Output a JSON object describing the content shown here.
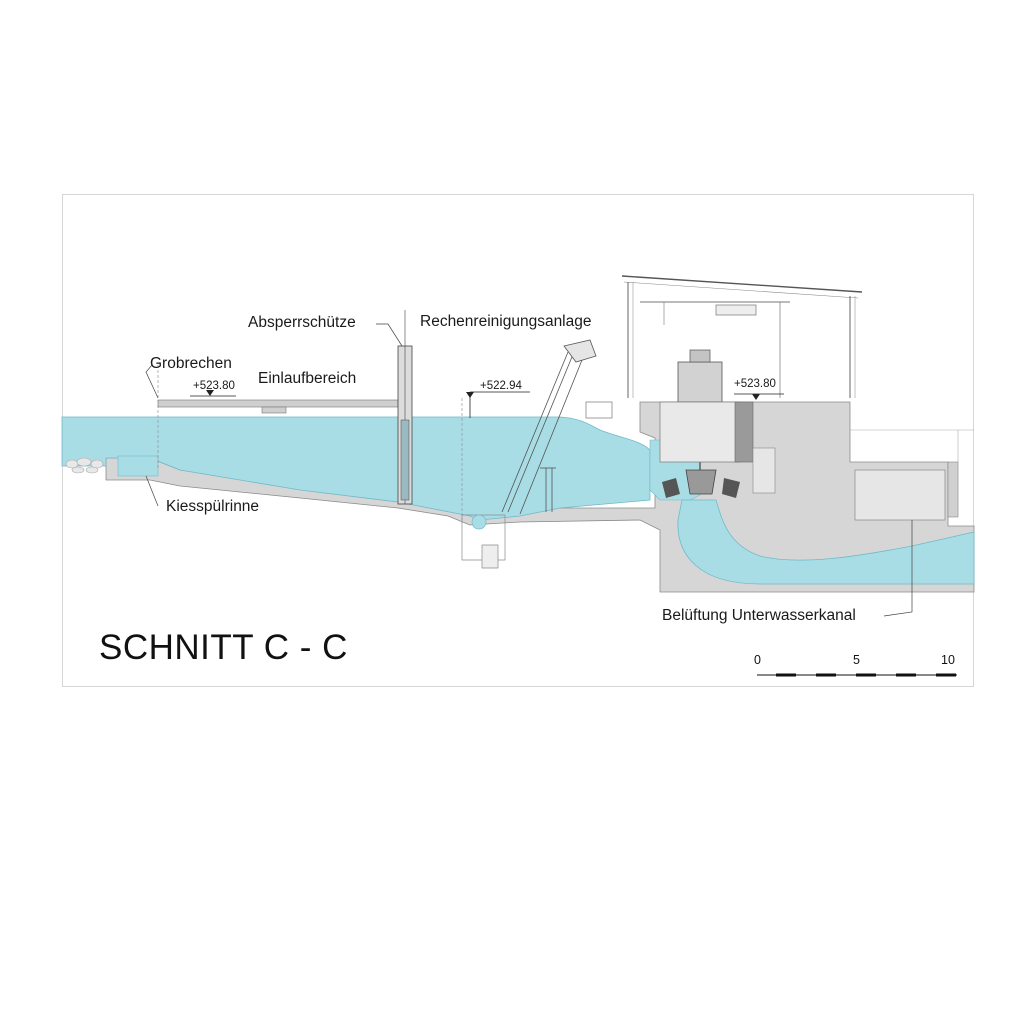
{
  "title": "SCHNITT C - C",
  "labels": {
    "absperrschuetze": "Absperrschütze",
    "rechenreinigung": "Rechenreinigungsanlage",
    "grobrechen": "Grobrechen",
    "einlaufbereich": "Einlaufbereich",
    "kiesspuelrinne": "Kiesspülrinne",
    "belueftung": "Belüftung Unterwasserkanal"
  },
  "levels": {
    "left": "+523.80",
    "middle": "+522.94",
    "right": "+523.80"
  },
  "scale": {
    "ticks": [
      "0",
      "5",
      "10"
    ]
  },
  "colors": {
    "water": "#a9dde6",
    "water_line": "#6fb9c8",
    "concrete": "#d6d6d6",
    "concrete_dark": "#bdbdbd",
    "line": "#6a6a6a"
  }
}
